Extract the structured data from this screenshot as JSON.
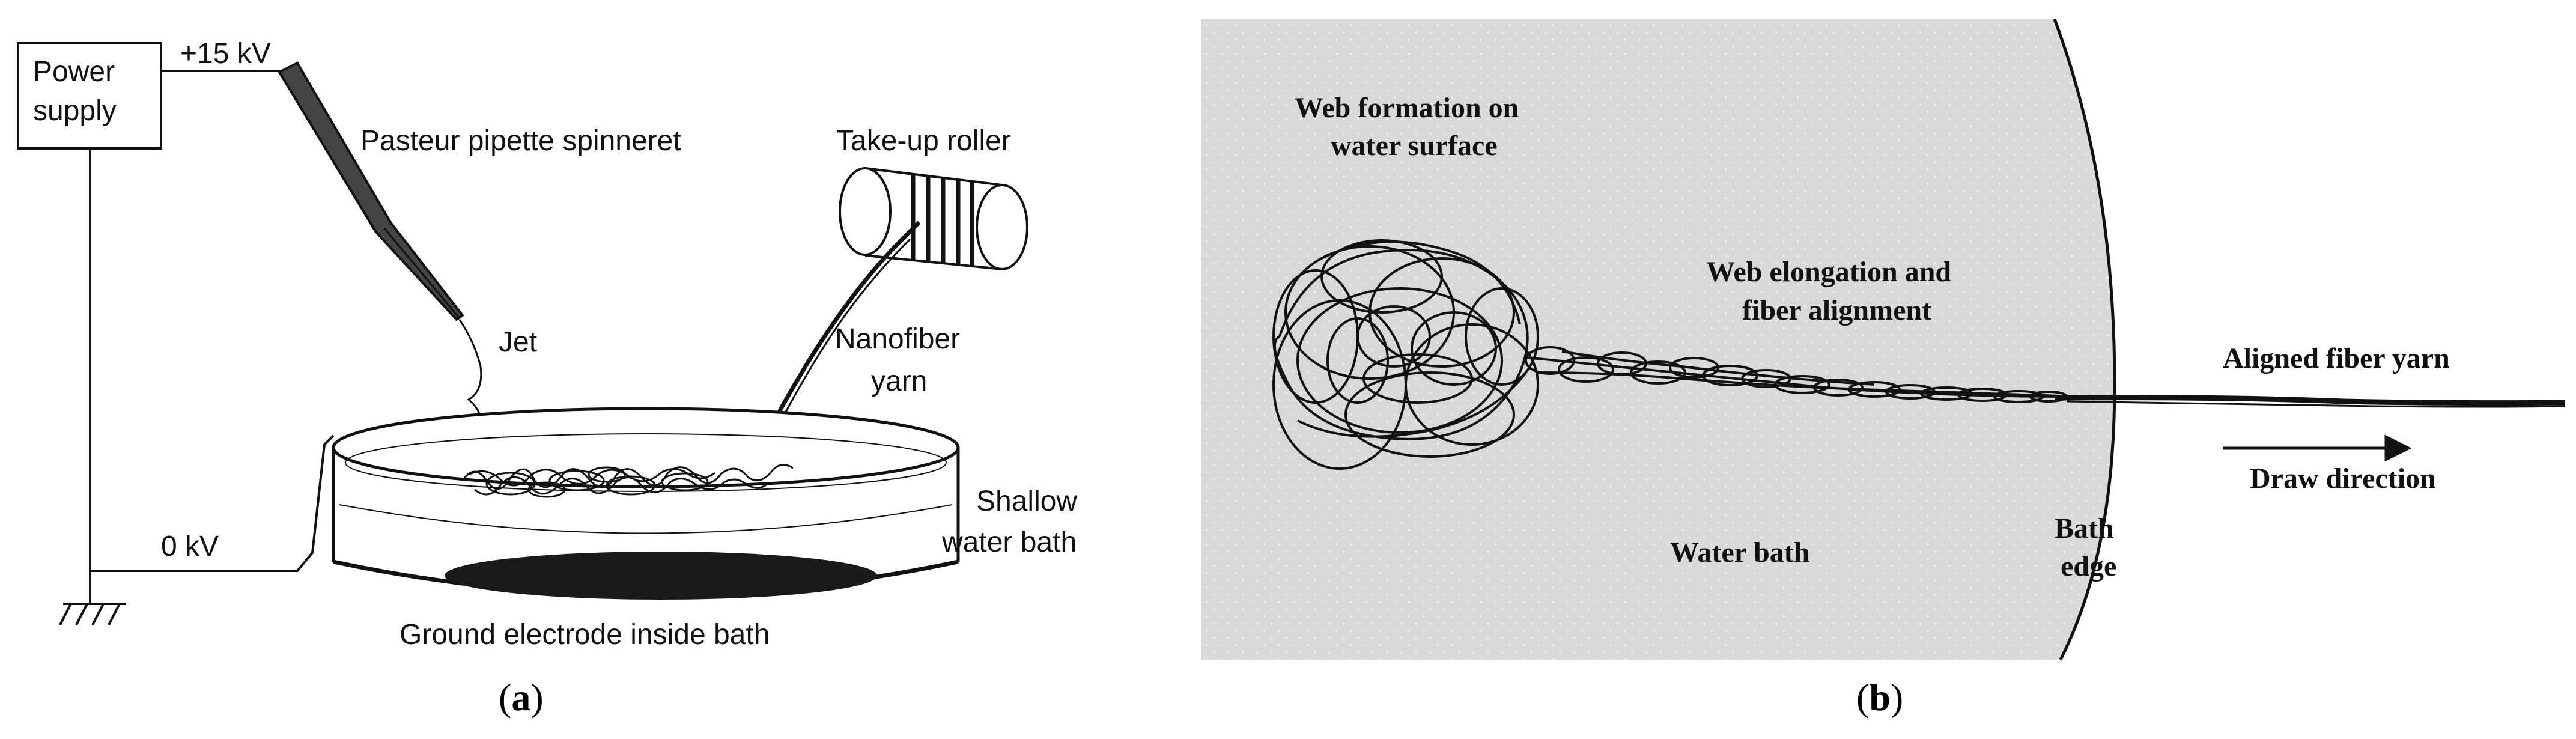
{
  "panel_a": {
    "power_supply_line1": "Power",
    "power_supply_line2": "supply",
    "voltage_high": "+15 kV",
    "voltage_ground": "0 kV",
    "spinneret_label": "Pasteur pipette spinneret",
    "jet_label": "Jet",
    "roller_label": "Take-up roller",
    "yarn_label_line1": "Nanofiber",
    "yarn_label_line2": "yarn",
    "bath_label_line1": "Shallow",
    "bath_label_line2": "water bath",
    "electrode_label": "Ground electrode inside bath",
    "caption_letter": "a"
  },
  "panel_b": {
    "web_formation_line1": "Web formation on",
    "web_formation_line2": "water surface",
    "elongation_line1": "Web elongation and",
    "elongation_line2": "fiber alignment",
    "aligned_label": "Aligned fiber yarn",
    "draw_label": "Draw direction",
    "water_bath_label": "Water bath",
    "bath_edge_line1": "Bath",
    "bath_edge_line2": "edge",
    "caption_letter": "b"
  },
  "colors": {
    "bath_fill": "#d9d9d9",
    "ink": "#111111",
    "electrode": "#1a1a1a"
  }
}
